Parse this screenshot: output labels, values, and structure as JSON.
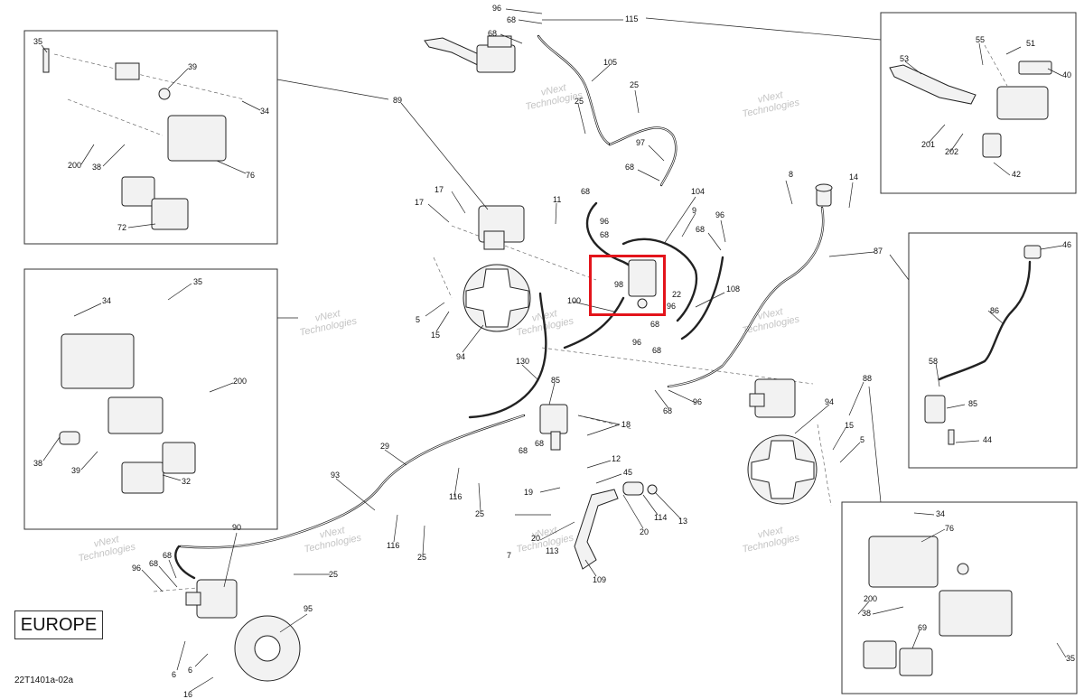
{
  "diagram": {
    "region_label": "EUROPE",
    "drawing_code": "22T1401a-02a",
    "watermark_lines": [
      "vNext",
      "Technologies"
    ],
    "highlight_color": "#e3141b",
    "callouts": [
      {
        "id": "c96a",
        "text": "96"
      },
      {
        "id": "c68a",
        "text": "68"
      },
      {
        "id": "c68b",
        "text": "68"
      },
      {
        "id": "c115",
        "text": "115"
      },
      {
        "id": "c105",
        "text": "105"
      },
      {
        "id": "c25a",
        "text": "25"
      },
      {
        "id": "c25b",
        "text": "25"
      },
      {
        "id": "c97",
        "text": "97"
      },
      {
        "id": "c68c",
        "text": "68"
      },
      {
        "id": "c89",
        "text": "89"
      },
      {
        "id": "c17a",
        "text": "17"
      },
      {
        "id": "c17b",
        "text": "17"
      },
      {
        "id": "c11",
        "text": "11"
      },
      {
        "id": "c68d",
        "text": "68"
      },
      {
        "id": "c96b",
        "text": "96"
      },
      {
        "id": "c68e",
        "text": "68"
      },
      {
        "id": "c104",
        "text": "104"
      },
      {
        "id": "c9",
        "text": "9"
      },
      {
        "id": "c96c",
        "text": "96"
      },
      {
        "id": "c68f",
        "text": "68"
      },
      {
        "id": "c98",
        "text": "98"
      },
      {
        "id": "c22",
        "text": "22"
      },
      {
        "id": "c100",
        "text": "100"
      },
      {
        "id": "c108",
        "text": "108"
      },
      {
        "id": "c96d",
        "text": "96"
      },
      {
        "id": "c68g",
        "text": "68"
      },
      {
        "id": "c96e",
        "text": "96"
      },
      {
        "id": "c68h",
        "text": "68"
      },
      {
        "id": "c5a",
        "text": "5"
      },
      {
        "id": "c15a",
        "text": "15"
      },
      {
        "id": "c94a",
        "text": "94"
      },
      {
        "id": "c130",
        "text": "130"
      },
      {
        "id": "c85a",
        "text": "85"
      },
      {
        "id": "c18",
        "text": "18"
      },
      {
        "id": "c68i",
        "text": "68"
      },
      {
        "id": "c68j",
        "text": "68"
      },
      {
        "id": "c96f",
        "text": "96"
      },
      {
        "id": "c68k",
        "text": "68"
      },
      {
        "id": "c8",
        "text": "8"
      },
      {
        "id": "c14",
        "text": "14"
      },
      {
        "id": "c87",
        "text": "87"
      },
      {
        "id": "c88",
        "text": "88"
      },
      {
        "id": "c94b",
        "text": "94"
      },
      {
        "id": "c15b",
        "text": "15"
      },
      {
        "id": "c5b",
        "text": "5"
      },
      {
        "id": "c29",
        "text": "29"
      },
      {
        "id": "c93",
        "text": "93"
      },
      {
        "id": "c116a",
        "text": "116"
      },
      {
        "id": "c25c",
        "text": "25"
      },
      {
        "id": "c116b",
        "text": "116"
      },
      {
        "id": "c25d",
        "text": "25"
      },
      {
        "id": "c12",
        "text": "12"
      },
      {
        "id": "c45",
        "text": "45"
      },
      {
        "id": "c19",
        "text": "19"
      },
      {
        "id": "c114",
        "text": "114"
      },
      {
        "id": "c13",
        "text": "13"
      },
      {
        "id": "c20a",
        "text": "20"
      },
      {
        "id": "c20b",
        "text": "20"
      },
      {
        "id": "c7",
        "text": "7"
      },
      {
        "id": "c113",
        "text": "113"
      },
      {
        "id": "c109",
        "text": "109"
      },
      {
        "id": "c90",
        "text": "90"
      },
      {
        "id": "c68l",
        "text": "68"
      },
      {
        "id": "c96g",
        "text": "96"
      },
      {
        "id": "c68m",
        "text": "68"
      },
      {
        "id": "c25e",
        "text": "25"
      },
      {
        "id": "c95",
        "text": "95"
      },
      {
        "id": "c6a",
        "text": "6"
      },
      {
        "id": "c6b",
        "text": "6"
      },
      {
        "id": "c16",
        "text": "16"
      },
      {
        "id": "i1_35",
        "text": "35"
      },
      {
        "id": "i1_39",
        "text": "39"
      },
      {
        "id": "i1_34",
        "text": "34"
      },
      {
        "id": "i1_200",
        "text": "200"
      },
      {
        "id": "i1_38",
        "text": "38"
      },
      {
        "id": "i1_76",
        "text": "76"
      },
      {
        "id": "i1_72",
        "text": "72"
      },
      {
        "id": "i2_35",
        "text": "35"
      },
      {
        "id": "i2_34",
        "text": "34"
      },
      {
        "id": "i2_200",
        "text": "200"
      },
      {
        "id": "i2_38",
        "text": "38"
      },
      {
        "id": "i2_39",
        "text": "39"
      },
      {
        "id": "i2_32",
        "text": "32"
      },
      {
        "id": "i3_53",
        "text": "53"
      },
      {
        "id": "i3_55",
        "text": "55"
      },
      {
        "id": "i3_51",
        "text": "51"
      },
      {
        "id": "i3_40",
        "text": "40"
      },
      {
        "id": "i3_201",
        "text": "201"
      },
      {
        "id": "i3_202",
        "text": "202"
      },
      {
        "id": "i3_42",
        "text": "42"
      },
      {
        "id": "i4_46",
        "text": "46"
      },
      {
        "id": "i4_86",
        "text": "86"
      },
      {
        "id": "i4_58",
        "text": "58"
      },
      {
        "id": "i4_85",
        "text": "85"
      },
      {
        "id": "i4_44",
        "text": "44"
      },
      {
        "id": "i5_34",
        "text": "34"
      },
      {
        "id": "i5_76",
        "text": "76"
      },
      {
        "id": "i5_200",
        "text": "200"
      },
      {
        "id": "i5_38",
        "text": "38"
      },
      {
        "id": "i5_69",
        "text": "69"
      },
      {
        "id": "i5_35",
        "text": "35"
      }
    ]
  }
}
